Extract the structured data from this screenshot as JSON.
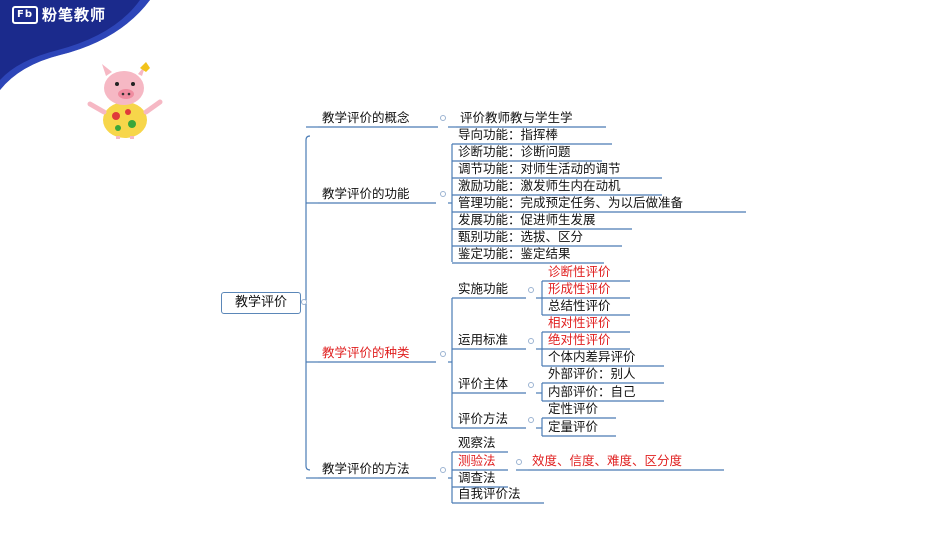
{
  "brand": {
    "name": "粉笔教师",
    "logo_text": "Fb"
  },
  "colors": {
    "corner_bg": "#1b2a8c",
    "line": "#4a7bb5",
    "highlight_red": "#e02020"
  },
  "mindmap": {
    "root": "教学评价",
    "branches": {
      "concept": {
        "label": "教学评价的概念",
        "children": [
          "评价教师教与学生学"
        ]
      },
      "function": {
        "label": "教学评价的功能",
        "children": [
          "导向功能：指挥棒",
          "诊断功能：诊断问题",
          "调节功能：对师生活动的调节",
          "激励功能：激发师生内在动机",
          "管理功能：完成预定任务、为以后做准备",
          "发展功能：促进师生发展",
          "甄别功能：选拔、区分",
          "鉴定功能：鉴定结果"
        ]
      },
      "types": {
        "label": "教学评价的种类",
        "groups": [
          {
            "label": "实施功能",
            "children": [
              "诊断性评价",
              "形成性评价",
              "总结性评价"
            ]
          },
          {
            "label": "运用标准",
            "children": [
              "相对性评价",
              "绝对性评价",
              "个体内差异评价"
            ]
          },
          {
            "label": "评价主体",
            "children": [
              "外部评价：别人",
              "内部评价：自己"
            ]
          },
          {
            "label": "评价方法",
            "children": [
              "定性评价",
              "定量评价"
            ]
          }
        ]
      },
      "methods": {
        "label": "教学评价的方法",
        "children": [
          "观察法",
          "测验法",
          "调查法",
          "自我评价法"
        ],
        "test_detail": "效度、信度、难度、区分度"
      }
    }
  }
}
